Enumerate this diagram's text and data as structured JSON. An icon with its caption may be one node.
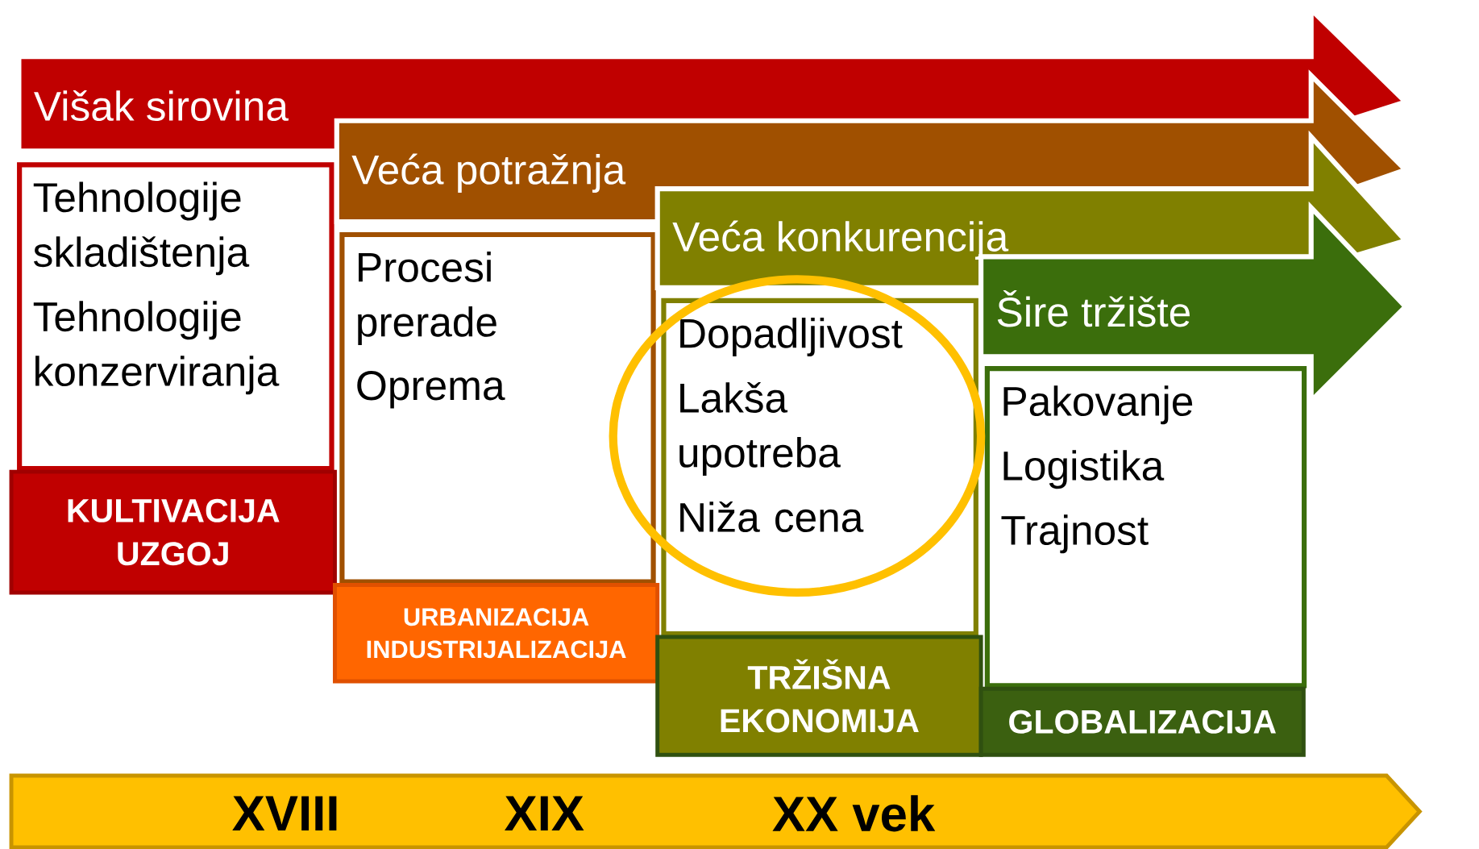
{
  "diagram": {
    "nodes": [
      {
        "text": [
          "Višak sirovina"
        ]
      },
      {
        "text": [
          "Veća potražnja"
        ]
      },
      {
        "text": [
          "Veća konkurencija"
        ]
      },
      {
        "text": [
          "Šire tržište"
        ]
      },
      {
        "text": [
          "Tehnologije skladištenja",
          "Tehnologije konzerviranja"
        ]
      },
      {
        "text": [
          "Procesi prerade",
          "Oprema"
        ]
      },
      {
        "text": [
          "Dopadljivost",
          "Lakša upotreba",
          "Niža cena"
        ]
      },
      {
        "text": [
          "Pakovanje",
          "Logistika",
          "Trajnost"
        ]
      },
      {
        "text": [
          "KULTIVACIJA UZGOJ"
        ]
      },
      {
        "text": [
          "URBANIZACIJA INDUSTRIJALIZACIJA"
        ]
      },
      {
        "text": [
          "TRŽIŠNA EKONOMIJA"
        ]
      },
      {
        "text": [
          "GLOBALIZACIJA"
        ]
      },
      {
        "text": [
          "XVIII",
          "XIX",
          "XX vek"
        ]
      }
    ]
  }
}
